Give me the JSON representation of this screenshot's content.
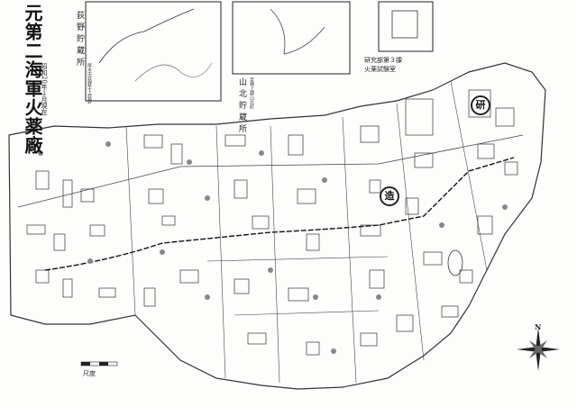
{
  "title": "元第二海軍火薬廠",
  "date_note": "昭和20年１月現在",
  "insets": [
    {
      "title": "荻野貯蔵所",
      "subtitle": "厚木市荻野字上荻野"
    },
    {
      "title": "山北貯蔵所",
      "subtitle": "足柄上郡山北町"
    }
  ],
  "building_labels": [
    "研究部第３課",
    "火薬試験室"
  ],
  "scale_label": "尺度",
  "circled_labels": [
    "造",
    "研"
  ],
  "compass_label": "N"
}
